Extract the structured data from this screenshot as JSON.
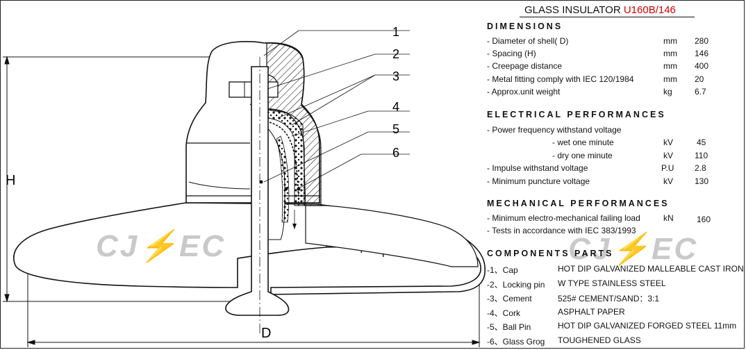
{
  "title": {
    "prefix": "GLASS INSULATOR ",
    "model": "U160B/146"
  },
  "drawing": {
    "callouts": [
      "1",
      "2",
      "3",
      "4",
      "5",
      "6"
    ],
    "dim_h": "H",
    "dim_d": "D"
  },
  "watermark": "CJ⚡EC",
  "dimensions": {
    "heading": "DIMENSIONS",
    "rows": [
      {
        "label": "- Diameter of shell( D)",
        "unit": "mm",
        "value": "280"
      },
      {
        "label": "- Spacing (H)",
        "unit": "mm",
        "value": "146"
      },
      {
        "label": "- Creepage distance",
        "unit": "mm",
        "value": "400"
      },
      {
        "label": "- Metal fitting comply with IEC 120/1984",
        "unit": "mm",
        "value": "20"
      },
      {
        "label": "- Approx.unit weight",
        "unit": "kg",
        "value": "6.7"
      }
    ]
  },
  "electrical": {
    "heading": "ELECTRICAL   PERFORMANCES",
    "pf_label": "- Power frequency withstand voltage",
    "rows": [
      {
        "label": "- wet one minute",
        "unit": "kV",
        "value": "45"
      },
      {
        "label": "- dry one minute",
        "unit": "kV",
        "value": "110"
      },
      {
        "label": "- Impulse withstand voltage",
        "unit": "P.U",
        "value": "2.8"
      },
      {
        "label": "- Minimum puncture voltage",
        "unit": "kV",
        "value": "130"
      }
    ]
  },
  "mechanical": {
    "heading": "MECHANICAL   PERFORMANCES",
    "rows": [
      {
        "label": "- Minimum electro-mechanical failing load",
        "unit": "kN",
        "value": "160"
      },
      {
        "label": "- Tests in accordance with IEC 383/1993",
        "unit": "",
        "value": ""
      }
    ]
  },
  "components": {
    "heading": "COMPONENTS   PARTS",
    "rows": [
      {
        "label": "-1、Cap",
        "value": "HOT DIP GALVANIZED MALLEABLE CAST IRON"
      },
      {
        "label": "-2、Locking pin",
        "value": "W TYPE STAINLESS STEEL"
      },
      {
        "label": "-3、Cement",
        "value": "525# CEMENT/SAND：3:1"
      },
      {
        "label": "-4、Cork",
        "value": "ASPHALT PAPER"
      },
      {
        "label": "-5、Ball Pin",
        "value": "HOT DIP GALVANIZED FORGED STEEL 11mm"
      },
      {
        "label": "-6、Glass Grog",
        "value": "TOUGHENED GLASS"
      }
    ]
  }
}
